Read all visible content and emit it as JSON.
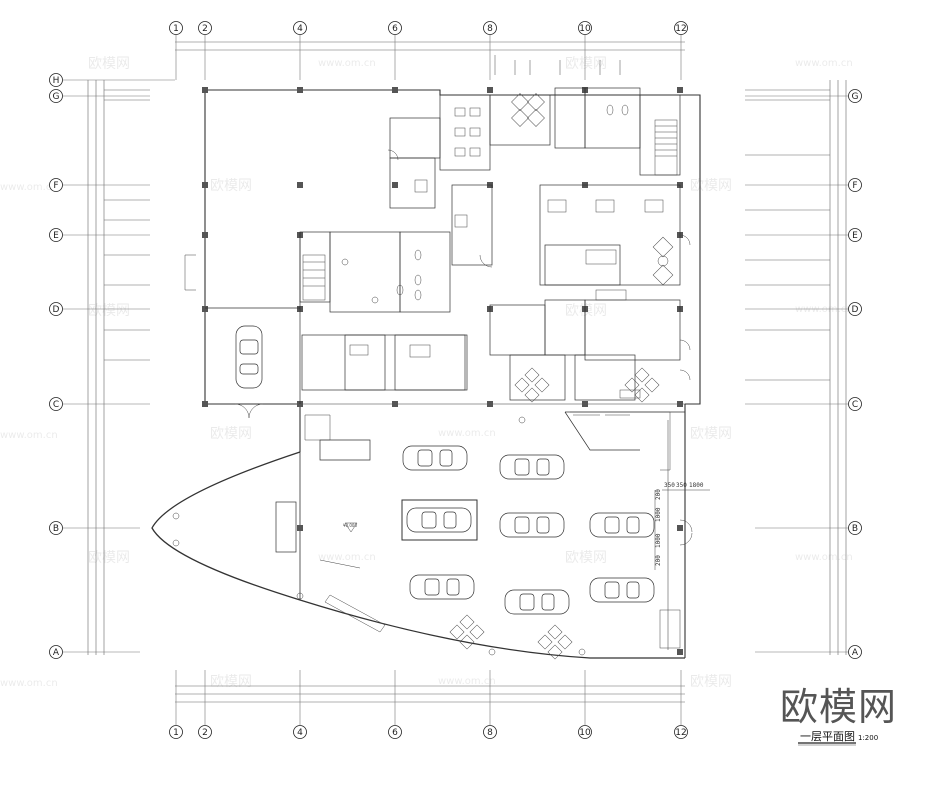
{
  "grid": {
    "columns": [
      {
        "label": "1"
      },
      {
        "label": "2"
      },
      {
        "label": "4"
      },
      {
        "label": "6"
      },
      {
        "label": "8"
      },
      {
        "label": "10"
      },
      {
        "label": "12"
      }
    ],
    "rows": [
      {
        "label": "H"
      },
      {
        "label": "G"
      },
      {
        "label": "F"
      },
      {
        "label": "E"
      },
      {
        "label": "D"
      },
      {
        "label": "C"
      },
      {
        "label": "B"
      },
      {
        "label": "A"
      }
    ]
  },
  "title_block": {
    "drawing_title": "一层平面图",
    "scale": "1:200",
    "logo": "欧模网"
  },
  "watermarks": {
    "logo": "欧模网",
    "url": "www.om.cn"
  },
  "dimensions": [
    "350",
    "350",
    "1800",
    "200",
    "1000",
    "1000",
    "200"
  ],
  "exhibit_price": "¥0,000",
  "colors": {
    "line": "#333333",
    "grid": "#888888",
    "column": "#555555"
  }
}
